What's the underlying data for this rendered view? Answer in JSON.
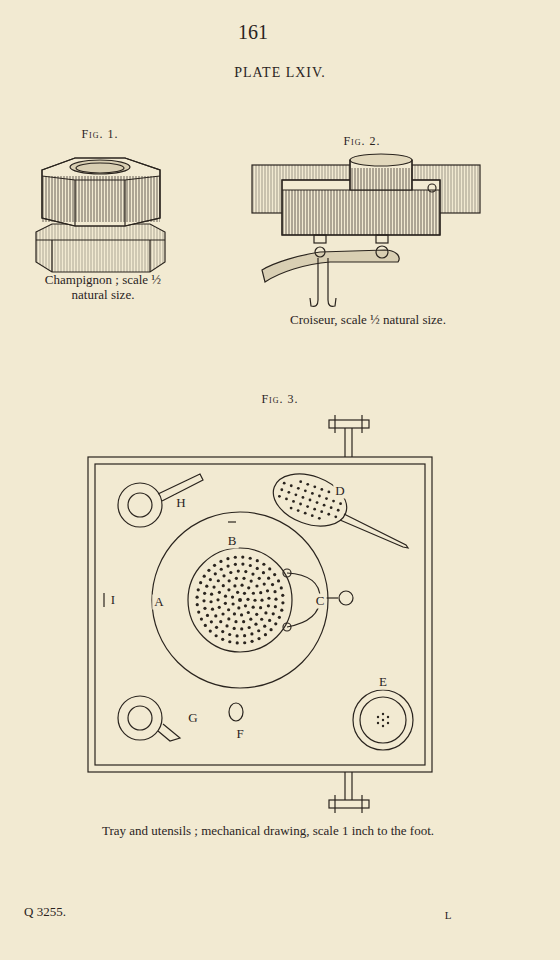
{
  "diagram": {
    "title": "PLATE LXIV.",
    "labels": [
      "161",
      "Fig. 1.",
      "Fig. 2.",
      "Champignon ; scale ½ natural size.",
      "Croiseur, scale ½ natural size.",
      "Fig. 3.",
      "H",
      "D",
      "B",
      "A",
      "C",
      "I",
      "G",
      "F",
      "E",
      "Tray and utensils ; mechanical drawing, scale 1 inch to the foot.",
      "Q 3255.",
      "L"
    ]
  }
}
